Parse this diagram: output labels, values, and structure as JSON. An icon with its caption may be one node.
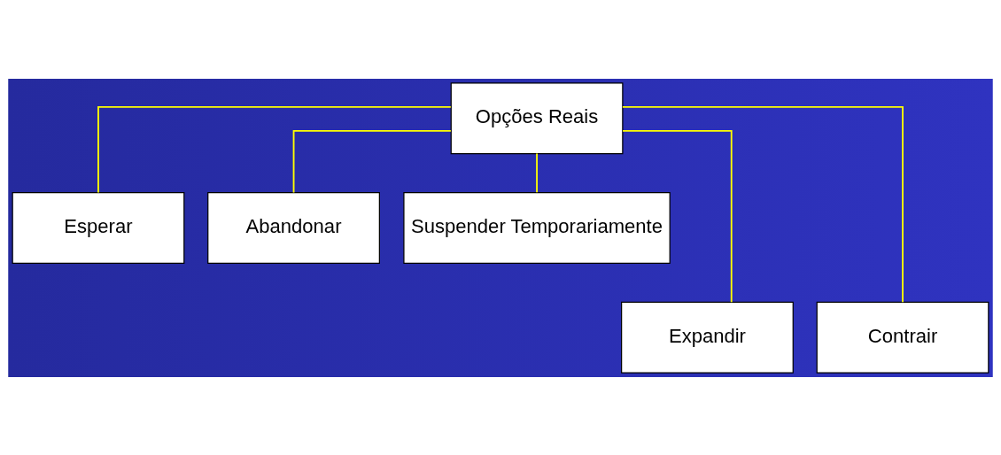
{
  "diagram": {
    "nodes": [
      {
        "text": [
          "Opções Reais"
        ]
      },
      {
        "text": [
          "Esperar"
        ]
      },
      {
        "text": [
          "Abandonar"
        ]
      },
      {
        "text": [
          "Suspender Temporariamente"
        ]
      },
      {
        "text": [
          "Expandir"
        ]
      },
      {
        "text": [
          "Contrair"
        ]
      }
    ],
    "edges": [
      {
        "from": 0,
        "to": 1,
        "arrow": "none"
      },
      {
        "from": 0,
        "to": 4,
        "arrow": "none"
      },
      {
        "from": 0,
        "to": 2,
        "arrow": "none"
      },
      {
        "from": 0,
        "to": 5,
        "arrow": "none"
      },
      {
        "from": 0,
        "to": 3,
        "arrow": "none"
      }
    ]
  }
}
